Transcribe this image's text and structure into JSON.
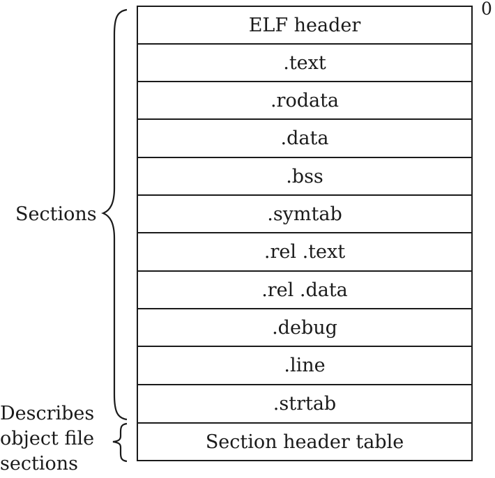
{
  "offset_label": "0",
  "rows": [
    "ELF header",
    ".text",
    ".rodata",
    ".data",
    ".bss",
    ".symtab",
    ".rel .text",
    ".rel .data",
    ".debug",
    ".line",
    ".strtab",
    "Section header table"
  ],
  "braces": {
    "sections": "Sections",
    "describes": [
      "Describes",
      "object file",
      "sections"
    ]
  }
}
